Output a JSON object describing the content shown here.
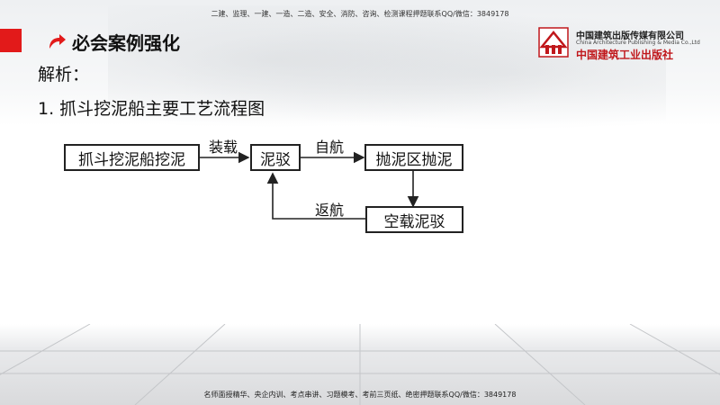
{
  "header": {
    "top_note": "二建、监理、一建、一造、二造、安全、消防、咨询、检测课程押题联系QQ/微信：3849178",
    "section_title": "必会案例强化",
    "publisher": {
      "name_cn": "中国建筑出版传媒有限公司",
      "name_en": "China Architecture Publishing & Media Co.,Ltd",
      "name_calligraphy": "中国建筑工业出版社"
    }
  },
  "content": {
    "analysis_label": "解析：",
    "item_heading": "1.  抓斗挖泥船主要工艺流程图"
  },
  "flowchart": {
    "nodes": {
      "dredging": "抓斗挖泥船挖泥",
      "barge": "泥驳",
      "dumping": "抛泥区抛泥",
      "empty_barge": "空载泥驳"
    },
    "edges": {
      "loading": "装载",
      "self_sail": "自航",
      "return": "返航"
    }
  },
  "footer": {
    "bottom_note": "名师面授精华、央企内训、考点串讲、习题模考、考前三页纸、绝密押题联系QQ/微信：3849178"
  },
  "colors": {
    "accent_red": "#e21a1a",
    "text": "#111111"
  }
}
